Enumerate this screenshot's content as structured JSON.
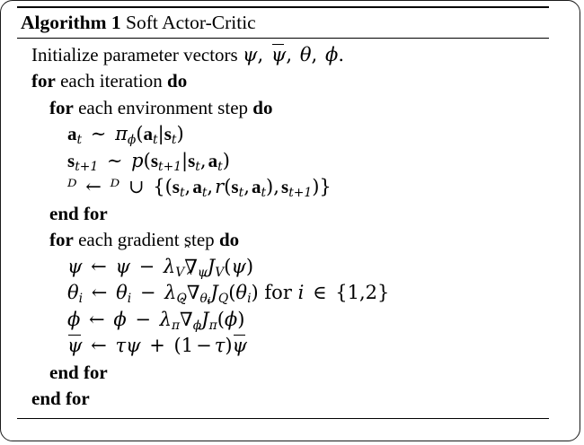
{
  "figure": {
    "kind": "algorithm-pseudocode-block",
    "header": {
      "label": "Algorithm 1",
      "title": "Soft Actor-Critic"
    },
    "lines": [
      {
        "id": "line-initialize",
        "indent": 0,
        "text": "Initialize parameter vectors ψ, ψ̄, θ, ϕ.",
        "keywords": []
      },
      {
        "id": "line-for-iteration",
        "indent": 0,
        "text": "for each iteration do",
        "keywords": [
          "for",
          "do"
        ]
      },
      {
        "id": "line-for-environment-step",
        "indent": 1,
        "text": "for each environment step do",
        "keywords": [
          "for",
          "do"
        ]
      },
      {
        "id": "line-sample-action",
        "indent": 2,
        "text": "a_t ~ π_ϕ(a_t|s_t)",
        "keywords": []
      },
      {
        "id": "line-sample-state",
        "indent": 2,
        "text": "s_{t+1} ~ p(s_{t+1}|s_t, a_t)",
        "keywords": []
      },
      {
        "id": "line-replay-buffer",
        "indent": 2,
        "text": "D ← D ∪ {(s_t, a_t, r(s_t, a_t), s_{t+1})}",
        "keywords": []
      },
      {
        "id": "line-end-for-environment",
        "indent": 1,
        "text": "end for",
        "keywords": [
          "end",
          "for"
        ]
      },
      {
        "id": "line-for-gradient-step",
        "indent": 1,
        "text": "for each gradient step do",
        "keywords": [
          "for",
          "do"
        ]
      },
      {
        "id": "line-update-psi",
        "indent": 2,
        "text": "ψ ← ψ − λ_V ∇̂_ψ J_V(ψ)",
        "keywords": []
      },
      {
        "id": "line-update-theta",
        "indent": 2,
        "text": "θ_i ← θ_i − λ_Q ∇̂_{θ_i} J_Q(θ_i) for i ∈ {1, 2}",
        "keywords": [
          "for"
        ]
      },
      {
        "id": "line-update-phi",
        "indent": 2,
        "text": "ϕ ← ϕ − λ_π ∇̂_ϕ J_π(ϕ)",
        "keywords": []
      },
      {
        "id": "line-update-psi-bar",
        "indent": 2,
        "text": "ψ̄ ← τψ + (1 − τ)ψ̄",
        "keywords": []
      },
      {
        "id": "line-end-for-gradient",
        "indent": 1,
        "text": "end for",
        "keywords": [
          "end",
          "for"
        ]
      },
      {
        "id": "line-end-for-iteration",
        "indent": 0,
        "text": "end for",
        "keywords": [
          "end",
          "for"
        ]
      }
    ],
    "tokens": {
      "initialize_word": "Initialize",
      "parameter_vectors_word": "parameter vectors",
      "for_word": "for",
      "each_word": "each",
      "iteration_word": "iteration",
      "environment_step_word": "environment step",
      "gradient_step_word": "gradient step",
      "do_word": "do",
      "end_word": "end",
      "for_index_word": "for",
      "psi": "ψ",
      "psi_bar": "ψ̄",
      "theta": "θ",
      "phi": "ϕ",
      "pi": "π",
      "tau": "τ",
      "lambda": "λ",
      "nabla_hat": "∇̂",
      "sim": "∼",
      "leftarrow": "←",
      "cup": "∪",
      "in": "∈",
      "minus": "−",
      "plus": "+",
      "comma": ",",
      "period": ".",
      "index_i": "i",
      "index_one": "1",
      "index_two": "2",
      "sub_t": "t",
      "sub_t_plus_1": "t+1",
      "sub_V": "V",
      "sub_Q": "Q",
      "J": "J",
      "p": "p",
      "r": "r",
      "D": "ᴰ",
      "a_bold": "a",
      "s_bold": "s"
    },
    "colors": {
      "text": "#000000",
      "background": "#ffffff",
      "rule": "#000000",
      "frame_border": "#1a1a1a"
    }
  }
}
